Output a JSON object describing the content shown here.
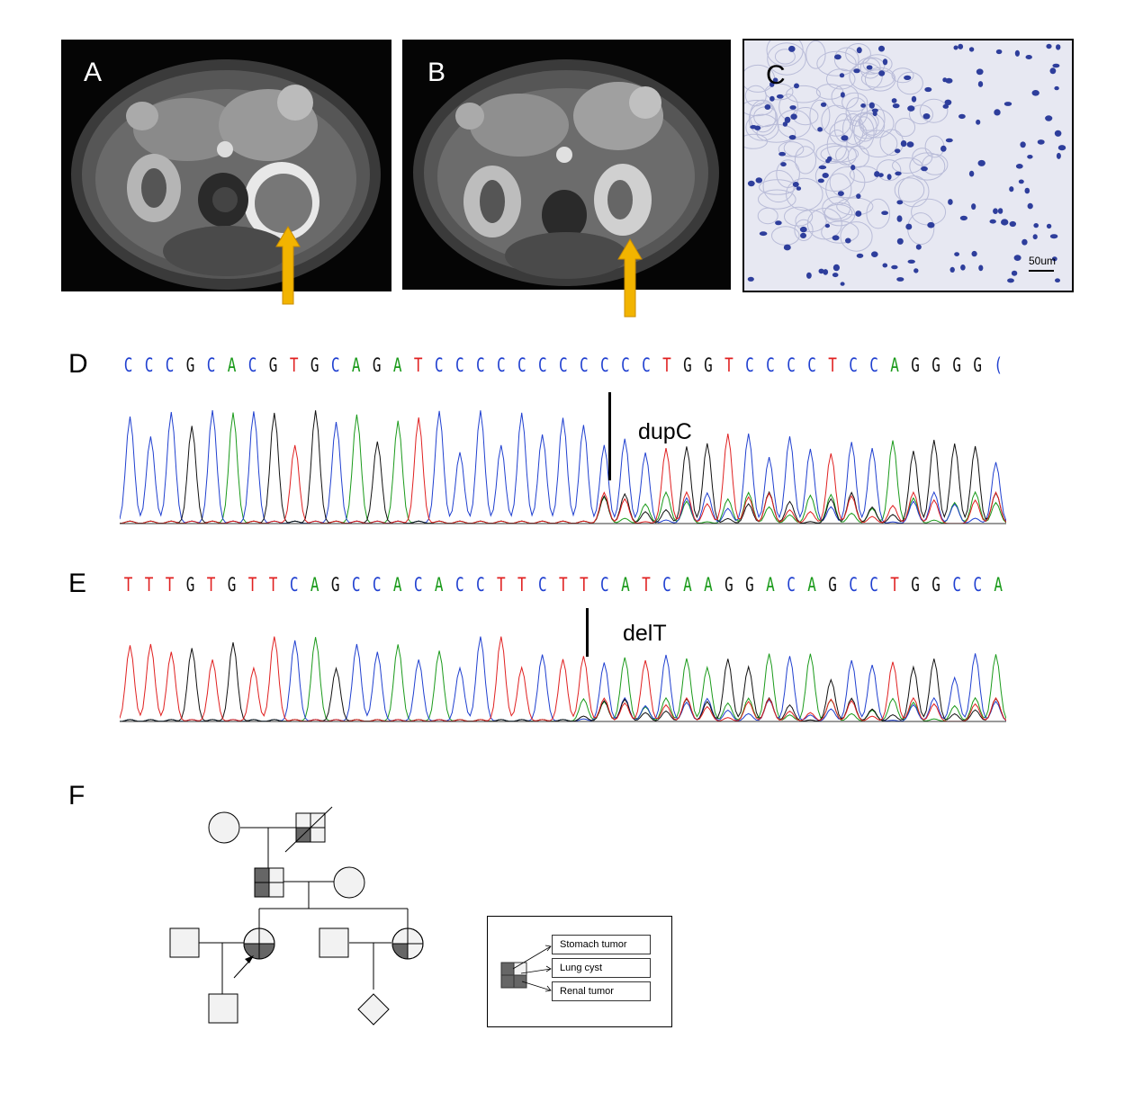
{
  "panels": {
    "A": {
      "label": "A"
    },
    "B": {
      "label": "B"
    },
    "C": {
      "label": "C",
      "scale_bar": "50um"
    },
    "D": {
      "label": "D",
      "mutation": "dupC"
    },
    "E": {
      "label": "E",
      "mutation": "delT"
    },
    "F": {
      "label": "F"
    }
  },
  "sequences": {
    "D": "CCCGCACGTGCAGATCCCCCCCCCCCTGGTCCCCTCCAGGGG(",
    "E": "TTTGTGTTCAGCCACACCTTCTTCATCAAGGACAGCCTGGCCA"
  },
  "base_colors": {
    "A": "#1a9a1a",
    "C": "#2040d0",
    "G": "#111111",
    "T": "#e02020",
    "(": "#2040d0"
  },
  "arrow_color": "#f2b400",
  "legend": {
    "items": [
      "Stomach tumor",
      "Lung cyst",
      "Renal tumor"
    ]
  }
}
